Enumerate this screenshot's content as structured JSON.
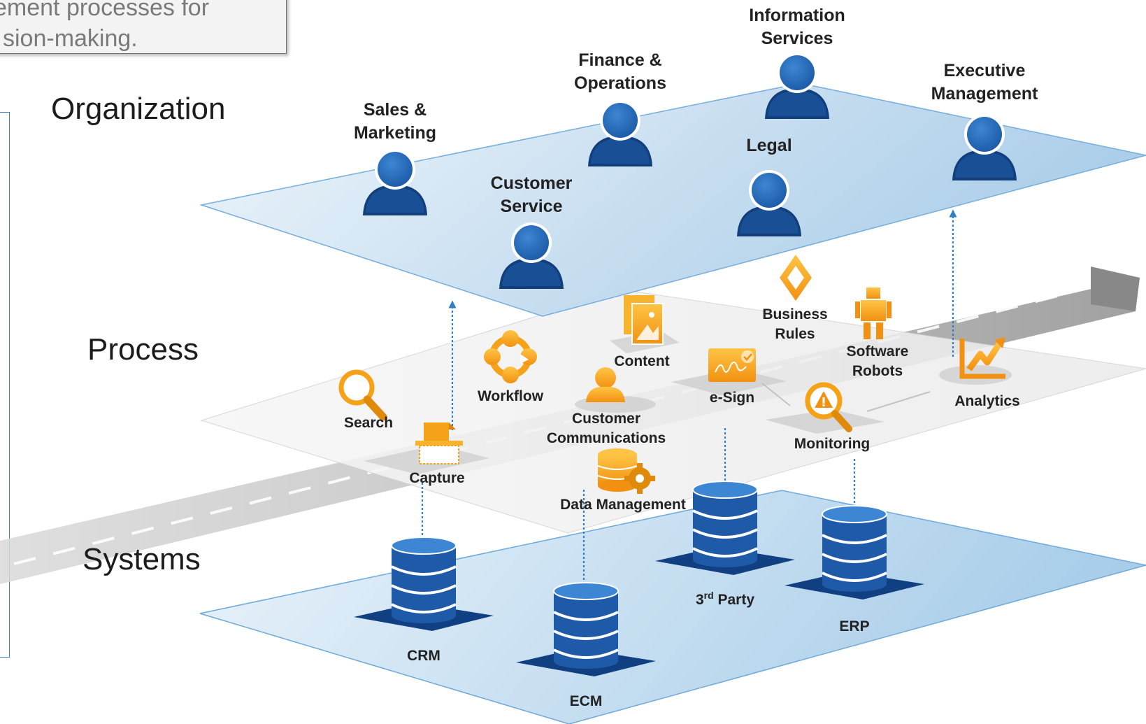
{
  "caption": {
    "line1": "ement processes for",
    "line2": "sion-making."
  },
  "layers": {
    "organization": "Organization",
    "process": "Process",
    "systems": "Systems"
  },
  "organization_roles": [
    {
      "line1": "Sales &",
      "line2": "Marketing"
    },
    {
      "line1": "Customer",
      "line2": "Service"
    },
    {
      "line1": "Finance &",
      "line2": "Operations"
    },
    {
      "line1": "Information",
      "line2": "Services"
    },
    {
      "line1": "Legal",
      "line2": ""
    },
    {
      "line1": "Executive",
      "line2": "Management"
    }
  ],
  "process_items": [
    {
      "line1": "Search",
      "line2": "",
      "icon": "magnifier-icon"
    },
    {
      "line1": "Capture",
      "line2": "",
      "icon": "scanner-icon"
    },
    {
      "line1": "Workflow",
      "line2": "",
      "icon": "workflow-icon"
    },
    {
      "line1": "Customer",
      "line2": "Communications",
      "icon": "person-icon"
    },
    {
      "line1": "Content",
      "line2": "",
      "icon": "documents-icon"
    },
    {
      "line1": "Data Management",
      "line2": "",
      "icon": "database-gear-icon"
    },
    {
      "line1": "e-Sign",
      "line2": "",
      "icon": "signature-icon"
    },
    {
      "line1": "Business",
      "line2": "Rules",
      "icon": "diamond-icon"
    },
    {
      "line1": "Software",
      "line2": "Robots",
      "icon": "robot-icon"
    },
    {
      "line1": "Monitoring",
      "line2": "",
      "icon": "alert-magnifier-icon"
    },
    {
      "line1": "Analytics",
      "line2": "",
      "icon": "chart-icon"
    }
  ],
  "systems": [
    {
      "label": "CRM",
      "superscript": ""
    },
    {
      "label": "ECM",
      "superscript": ""
    },
    {
      "label": "3",
      "superscript": "rd",
      "label_suffix": " Party"
    },
    {
      "label": "ERP",
      "superscript": ""
    }
  ],
  "colors": {
    "user_blue": "#1f5ea9",
    "user_dark": "#123f7c",
    "orange": "#f5a218",
    "orange_dark": "#d98506",
    "db_blue": "#1e5aa8",
    "db_base": "#103f82",
    "arrow_blue": "#2f7fc8",
    "plane_blue_light": "#e3eff8",
    "plane_blue_dark": "#a9cde9"
  }
}
